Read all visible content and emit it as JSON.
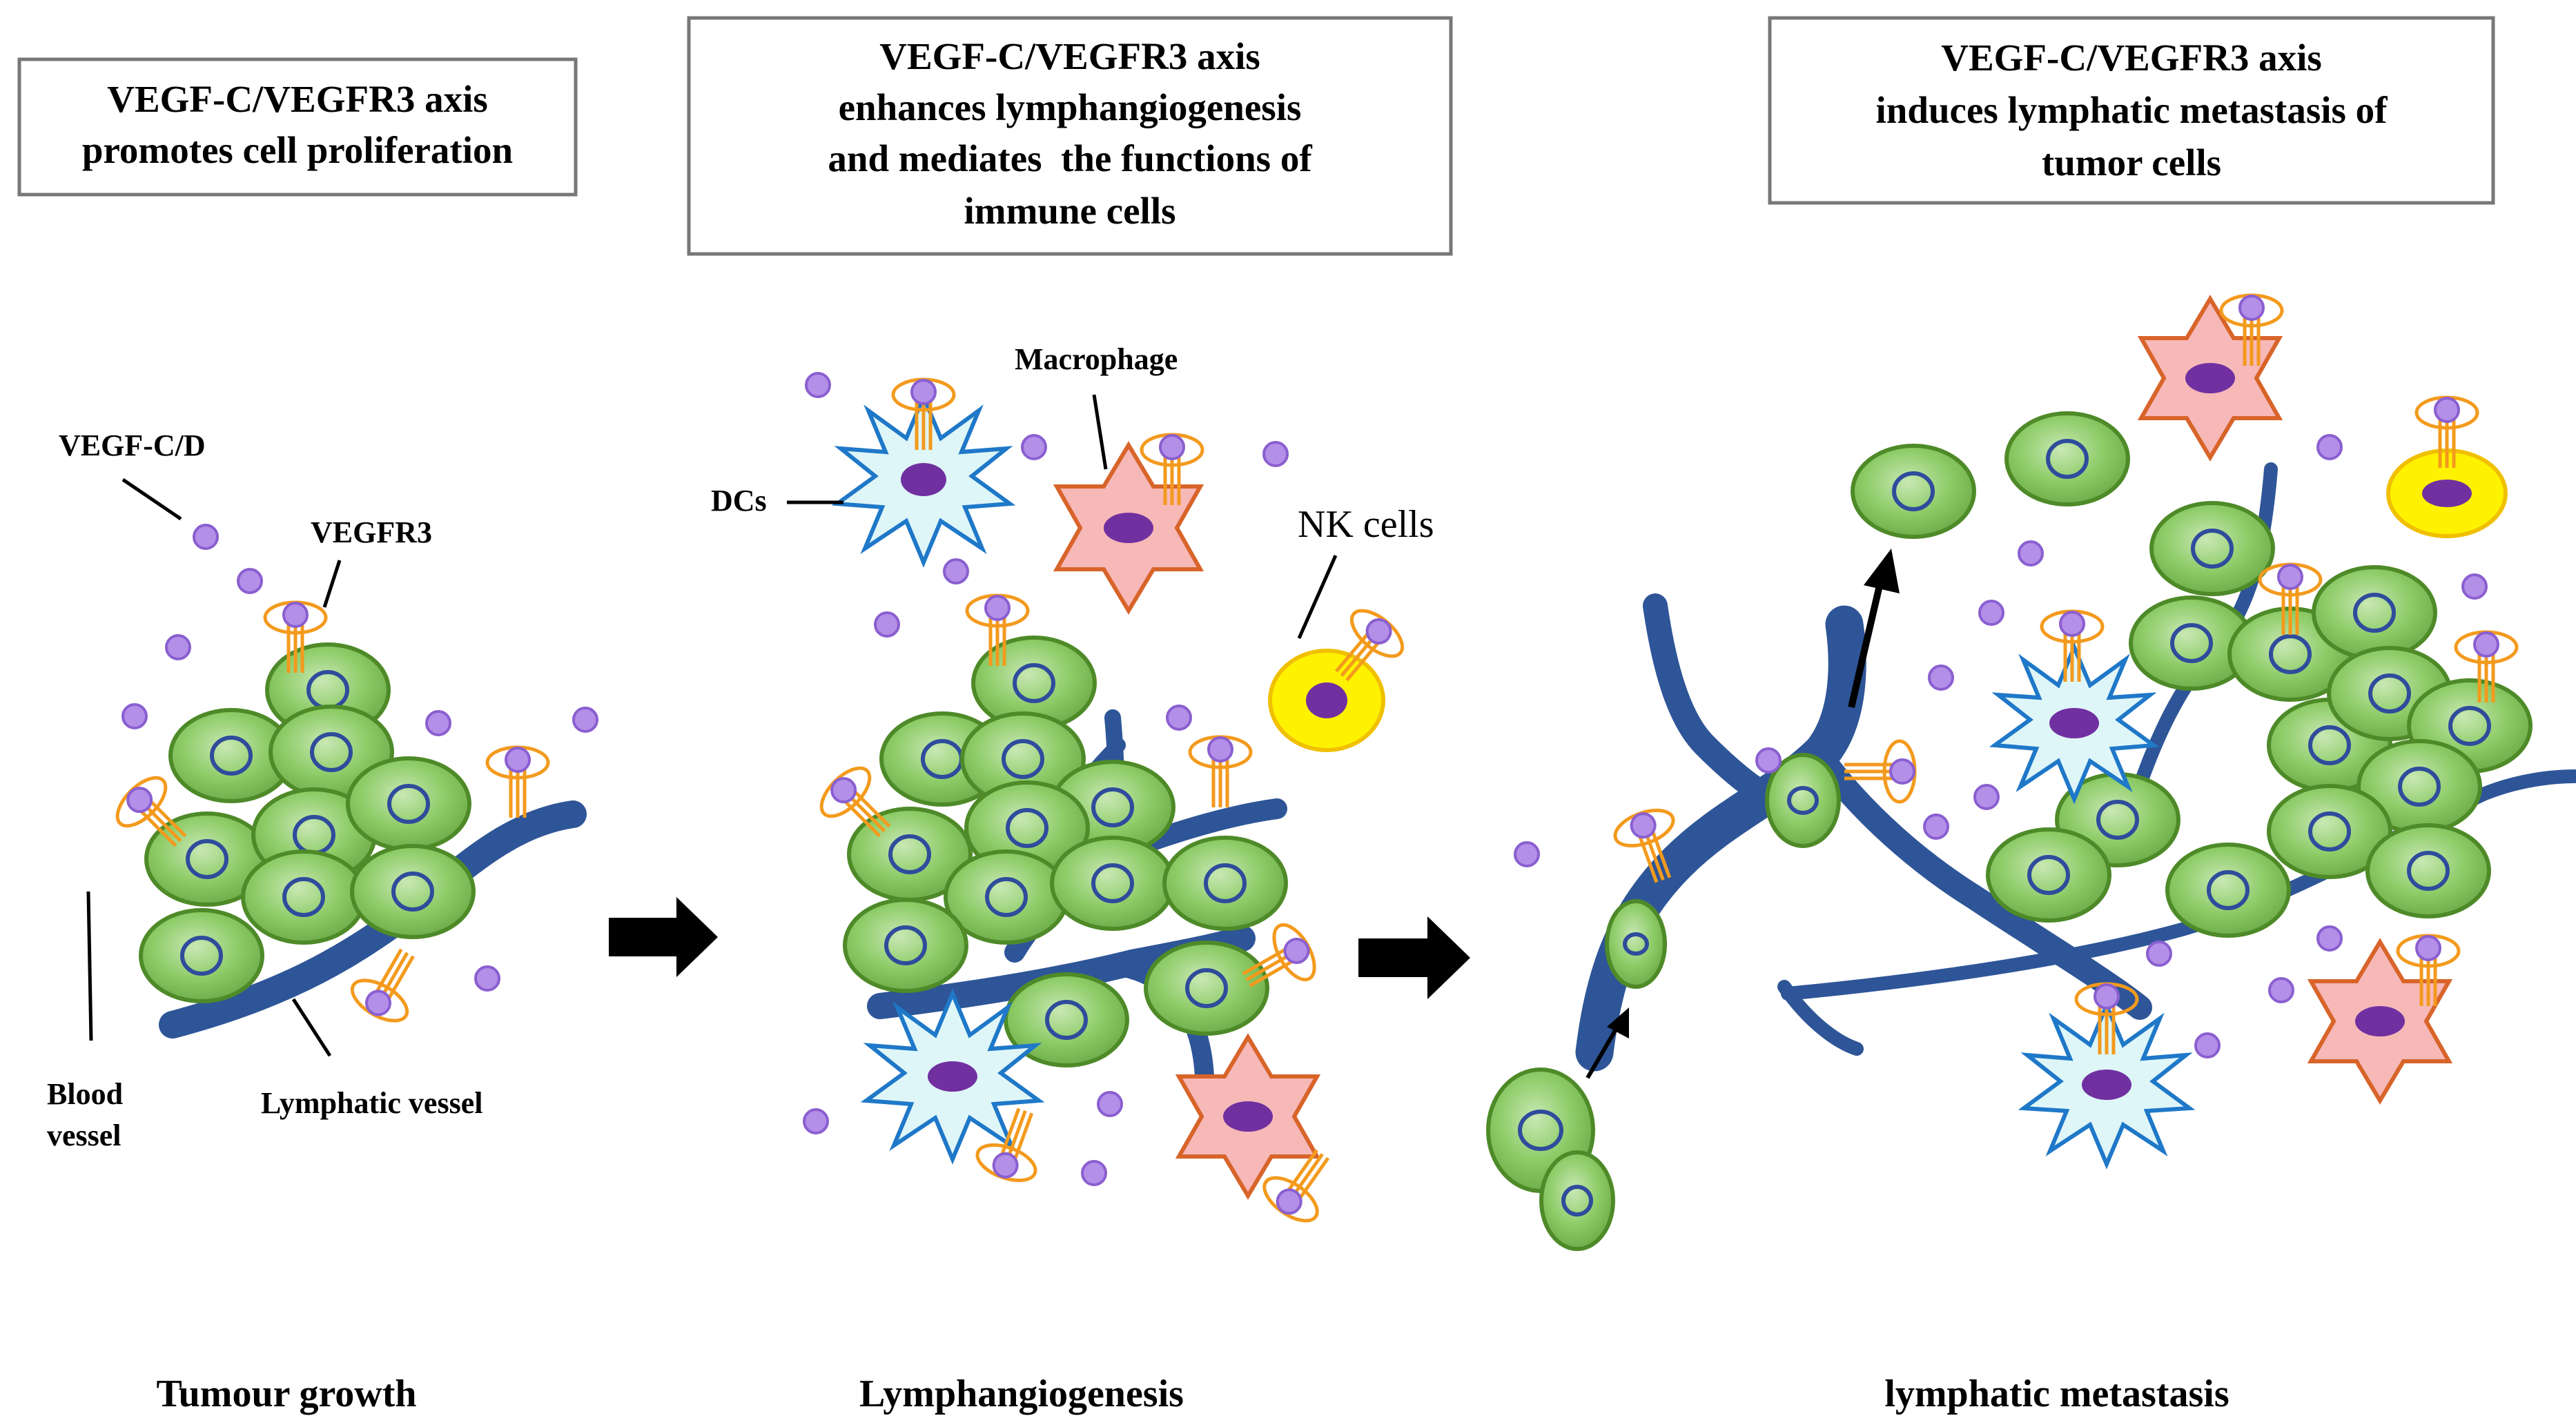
{
  "headers": {
    "panel1": [
      "VEGF-C/VEGFR3 axis",
      "promotes cell proliferation"
    ],
    "panel2": [
      "VEGF-C/VEGFR3 axis",
      "enhances lymphangiogenesis",
      "and mediates  the functions of",
      "immune cells"
    ],
    "panel3": [
      "VEGF-C/VEGFR3 axis",
      "induces lymphatic metastasis of",
      "tumor cells"
    ]
  },
  "labels": {
    "vegf_cd": "VEGF-C/D",
    "vegfr3": "VEGFR3",
    "blood_vessel": [
      "Blood",
      "vessel"
    ],
    "lymphatic_vessel": "Lymphatic vessel",
    "dcs": "DCs",
    "macrophage": "Macrophage",
    "nk_cells": "NK cells"
  },
  "captions": {
    "panel1": "Tumour growth",
    "panel2": "Lymphangiogenesis",
    "panel3": "lymphatic metastasis"
  },
  "colors": {
    "vessel": "#2e5597",
    "tumor_cell_fill": "#7fbf5a",
    "tumor_cell_outline": "#4e8a28",
    "nucleus_outline": "#2f4c9c",
    "vegf_ligand": "#b48fe8",
    "receptor": "#f39a1d",
    "dendritic_cell": "#dff6f8",
    "dendritic_cell_outline": "#1f78c8",
    "macrophage": "#f7b8b8",
    "macrophage_outline": "#d8642a",
    "nk_cell": "#fff200",
    "immune_nucleus": "#7030a0",
    "arrow": "#000000"
  }
}
